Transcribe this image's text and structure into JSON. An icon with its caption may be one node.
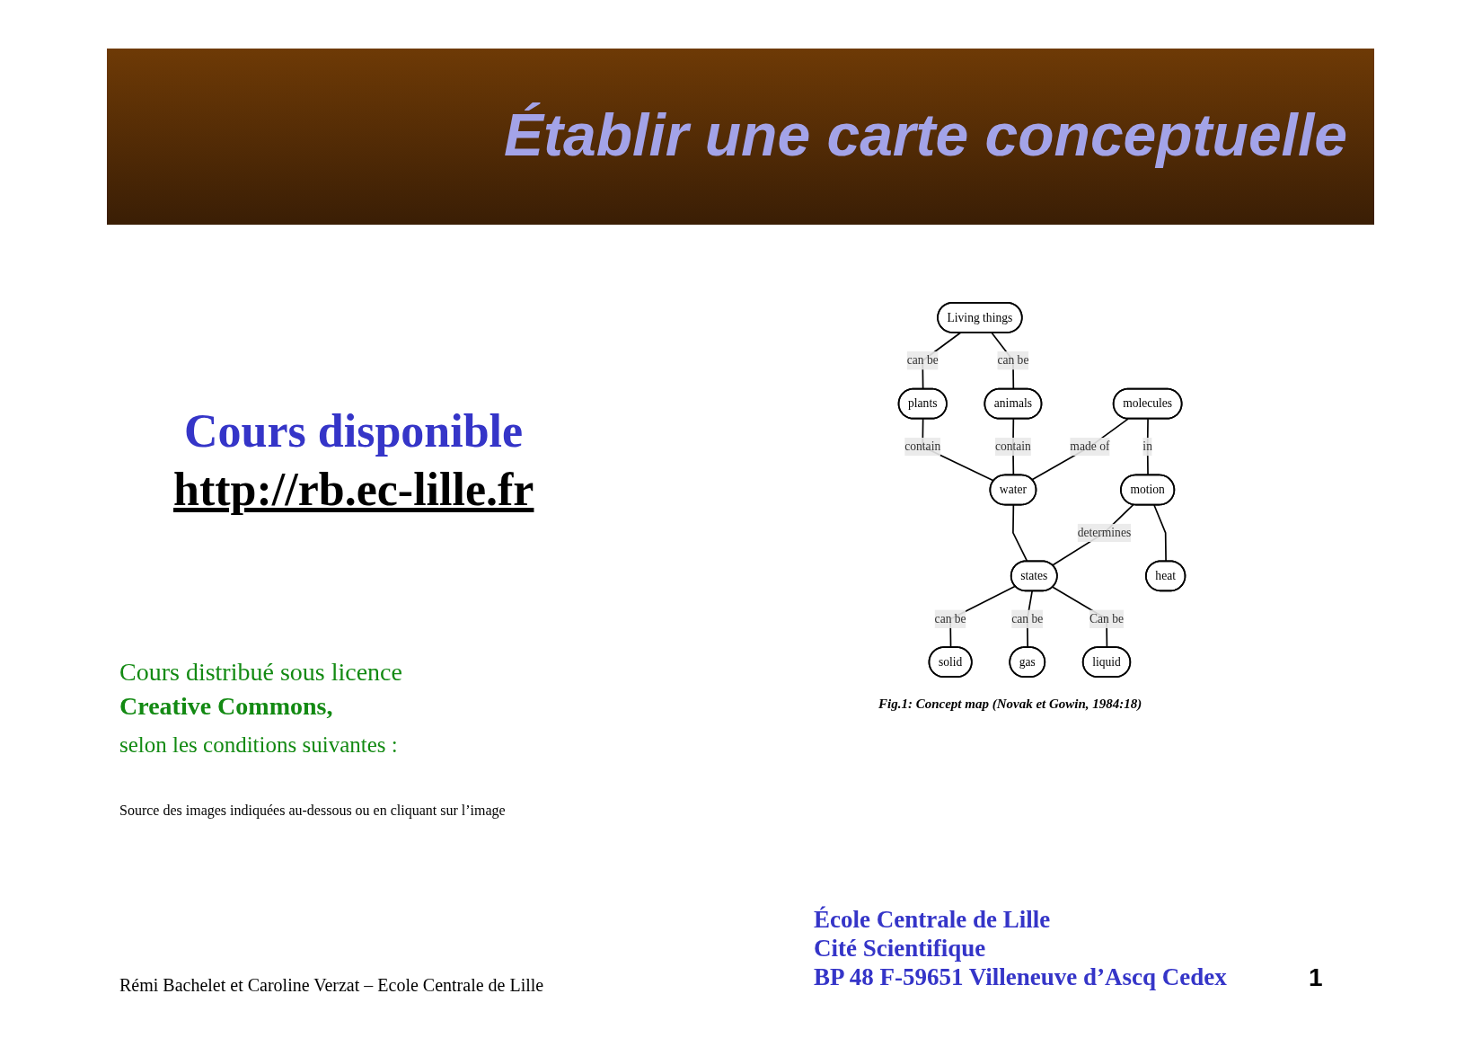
{
  "diagram": {
    "title": "Établir une carte conceptuelle",
    "caption": "Fig.1: Concept map (Novak et Gowin, 1984:18)",
    "nodes": [
      {
        "text": [
          "Living things"
        ]
      },
      {
        "text": [
          "plants"
        ]
      },
      {
        "text": [
          "animals"
        ]
      },
      {
        "text": [
          "molecules"
        ]
      },
      {
        "text": [
          "water"
        ]
      },
      {
        "text": [
          "motion"
        ]
      },
      {
        "text": [
          "states"
        ]
      },
      {
        "text": [
          "heat"
        ]
      },
      {
        "text": [
          "solid"
        ]
      },
      {
        "text": [
          "gas"
        ]
      },
      {
        "text": [
          "liquid"
        ]
      }
    ],
    "edges": [
      {
        "from": 0,
        "to": 1,
        "arrow": "none",
        "label": "can be"
      },
      {
        "from": 0,
        "to": 2,
        "arrow": "none",
        "label": "can be"
      },
      {
        "from": 1,
        "to": 4,
        "arrow": "none",
        "label": "contain"
      },
      {
        "from": 2,
        "to": 4,
        "arrow": "none",
        "label": "contain"
      },
      {
        "from": 3,
        "to": 4,
        "arrow": "none",
        "label": "made of"
      },
      {
        "from": 3,
        "to": 5,
        "arrow": "none",
        "label": "in"
      },
      {
        "from": 4,
        "to": 6,
        "arrow": "none"
      },
      {
        "from": 5,
        "to": 6,
        "arrow": "none",
        "label": "determines"
      },
      {
        "from": 5,
        "to": 7,
        "arrow": "none"
      },
      {
        "from": 6,
        "to": 8,
        "arrow": "none",
        "label": "can be"
      },
      {
        "from": 6,
        "to": 9,
        "arrow": "none",
        "label": "can be"
      },
      {
        "from": 6,
        "to": 10,
        "arrow": "none",
        "label": "Can be"
      }
    ],
    "labels": [
      "Cours disponible",
      "http://rb.ec-lille.fr",
      "Cours distribué sous licence",
      "Creative Commons,",
      "selon les conditions suivantes :",
      "Source des images indiquées au-dessous ou en cliquant sur l’image",
      "École Centrale de Lille",
      "Cité Scientifique",
      "BP 48  F-59651 Villeneuve d’Ascq Cedex",
      "Rémi Bachelet et Caroline Verzat – Ecole Centrale de Lille",
      "1"
    ]
  }
}
